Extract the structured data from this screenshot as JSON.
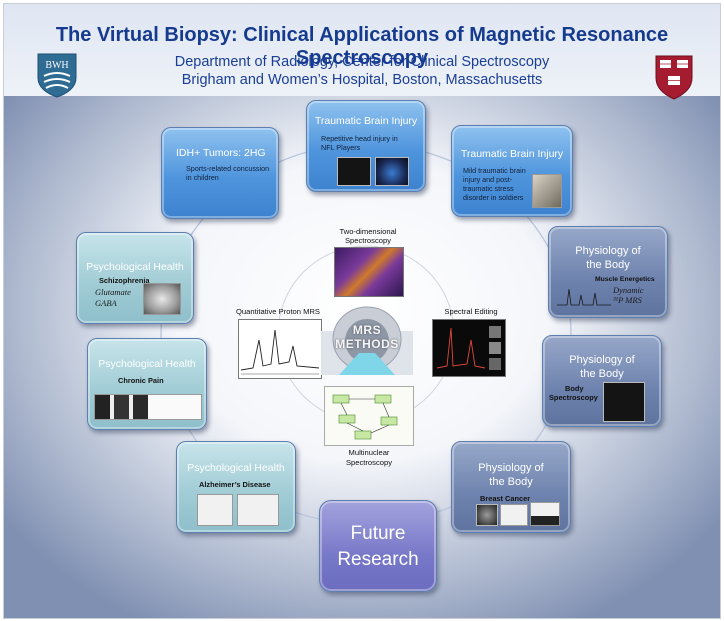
{
  "header": {
    "title": "The Virtual Biopsy: Clinical Applications of Magnetic Resonance Spectroscopy",
    "subtitle_line1": "Department of Radiology, Center for Clinical Spectroscopy",
    "subtitle_line2": "Brigham and Women’s Hospital, Boston, Massachusetts",
    "logo_left_text": "BWH"
  },
  "colors": {
    "title": "#163b8e",
    "box_blue": "#4f95dd",
    "box_teal": "#9fcbd4",
    "box_slate": "#6d82ad",
    "box_purple": "#7878c9"
  },
  "boxes": {
    "tbi_top": {
      "title": "Traumatic Brain Injury",
      "desc": "Repetitive head injury in NFL Players"
    },
    "idh": {
      "title": "IDH+ Tumors: 2HG",
      "desc": "Sports-related concussion in children"
    },
    "tbi_right": {
      "title": "Traumatic Brain Injury",
      "desc": "Mild traumatic brain injury and post-traumatic stress disorder in soldiers"
    },
    "psych_schizo": {
      "title": "Psychological Health",
      "sub": "Schizophrenia",
      "italic1": "Glutamate",
      "italic2": "GABA"
    },
    "physio_muscle": {
      "title_line1": "Physiology of",
      "title_line2": "the Body",
      "sub": "Muscle Energetics",
      "italic1": "Dynamic",
      "italic2": "³¹P MRS"
    },
    "psych_pain": {
      "title": "Psychological Health",
      "sub": "Chronic Pain"
    },
    "physio_body": {
      "title_line1": "Physiology of",
      "title_line2": "the Body",
      "sub_line1": "Body",
      "sub_line2": "Spectroscopy"
    },
    "psych_alz": {
      "title": "Psychological Health",
      "sub": "Alzheimer’s Disease"
    },
    "physio_breast": {
      "title_line1": "Physiology of",
      "title_line2": "the Body",
      "sub": "Breast Cancer"
    },
    "future": {
      "line1": "Future",
      "line2": "Research"
    }
  },
  "methods": {
    "center_line1": "MRS",
    "center_line2": "METHODS",
    "two_d": "Two-dimensional Spectroscopy",
    "quantitative": "Quantitative Proton MRS",
    "spectral_editing": "Spectral  Editing",
    "multinuclear_line1": "Multinuclear",
    "multinuclear_line2": "Spectroscopy"
  }
}
